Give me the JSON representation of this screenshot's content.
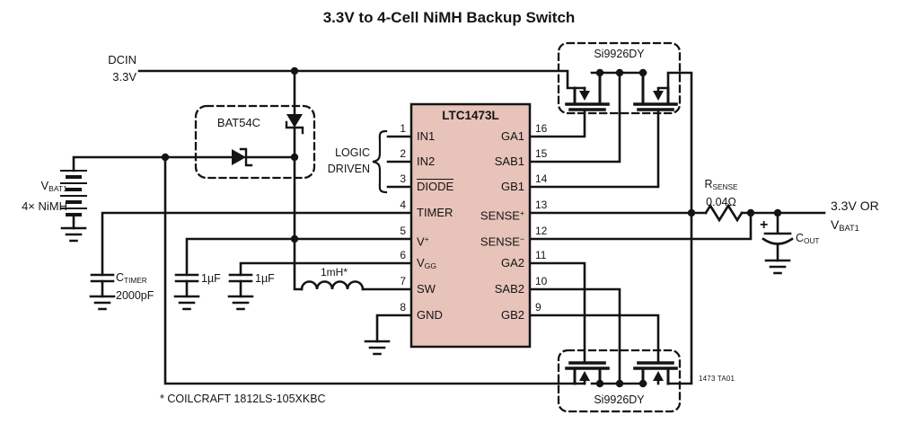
{
  "title": "3.3V to 4-Cell NiMH Backup Switch",
  "labels": {
    "dcin_line1": "DCIN",
    "dcin_line2": "3.3V",
    "vbat": {
      "main": "V",
      "sub": "BAT1"
    },
    "vbat_cells": "4× NiMH",
    "bat54c": "BAT54C",
    "logic_driven_1": "LOGIC",
    "logic_driven_2": "DRIVEN",
    "mosfet_top": "Si9926DY",
    "mosfet_bottom": "Si9926DY",
    "inductor": "1mH*",
    "ctimer": {
      "main": "C",
      "sub": "TIMER",
      "value": "2000pF"
    },
    "cap_vplus": "1µF",
    "cap_vgg": "1µF",
    "rsense": {
      "main": "R",
      "sub": "SENSE",
      "value": "0.04Ω"
    },
    "output_line1": "3.3V OR",
    "output_vbat": {
      "main": "V",
      "sub": "BAT1"
    },
    "cout": {
      "main": "C",
      "sub": "OUT"
    },
    "cout_plus": "+",
    "footnote": "* COILCRAFT 1812LS-105XKBC",
    "fig_ref": "1473 TA01"
  },
  "ic": {
    "name": "LTC1473L",
    "left_pins": [
      {
        "num": "1",
        "label": "IN1"
      },
      {
        "num": "2",
        "label": "IN2"
      },
      {
        "num": "3",
        "label": "DIODE"
      },
      {
        "num": "4",
        "label": "TIMER"
      },
      {
        "num": "5",
        "label": "V",
        "sup": "+"
      },
      {
        "num": "6",
        "label": "V",
        "sub": "GG"
      },
      {
        "num": "7",
        "label": "SW"
      },
      {
        "num": "8",
        "label": "GND"
      }
    ],
    "right_pins": [
      {
        "num": "16",
        "label": "GA1"
      },
      {
        "num": "15",
        "label": "SAB1"
      },
      {
        "num": "14",
        "label": "GB1"
      },
      {
        "num": "13",
        "label": "SENSE",
        "sup": "+"
      },
      {
        "num": "12",
        "label": "SENSE",
        "sup": "−"
      },
      {
        "num": "11",
        "label": "GA2"
      },
      {
        "num": "10",
        "label": "SAB2"
      },
      {
        "num": "9",
        "label": "GB2"
      }
    ]
  },
  "colors": {
    "ic_fill": "#e8c3ba",
    "line": "#141414",
    "background": "#ffffff"
  }
}
